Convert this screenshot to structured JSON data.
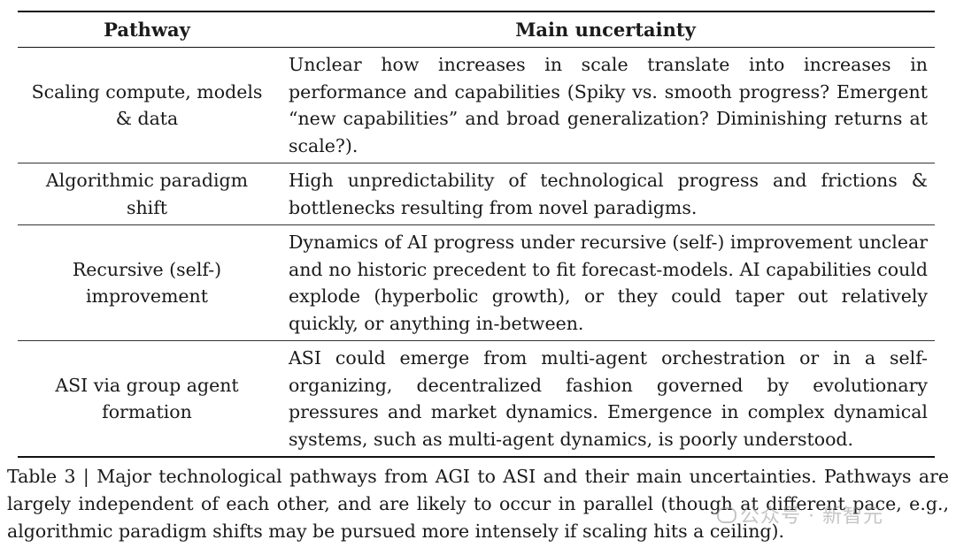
{
  "table": {
    "headers": [
      "Pathway",
      "Main uncertainty"
    ],
    "rows": [
      {
        "pathway": "Scaling compute, models & data",
        "uncertainty": "Unclear how increases in scale translate into increases in performance and capabilities (Spiky vs. smooth progress? Emergent “new capabilities” and broad generalization? Diminishing returns at scale?)."
      },
      {
        "pathway": "Algorithmic paradigm shift",
        "uncertainty": "High unpredictability of technological progress and frictions & bottlenecks resulting from novel paradigms."
      },
      {
        "pathway": "Recursive (self-) improvement",
        "uncertainty": "Dynamics of AI progress under recursive (self-) improvement unclear and no historic precedent to fit forecast-models. AI capabilities could explode (hyperbolic growth), or they could taper out relatively quickly, or anything in-between."
      },
      {
        "pathway": "ASI via group agent formation",
        "uncertainty": "ASI could emerge from multi-agent orchestration or in a self-organizing, decentralized fashion governed by evolutionary pressures and market dynamics. Emergence in complex dynamical systems, such as multi-agent dynamics, is poorly understood."
      }
    ]
  },
  "caption": "Table 3 | Major technological pathways from AGI to ASI and their main uncertainties. Pathways are largely independent of each other, and are likely to occur in parallel (though at different pace, e.g., algorithmic paradigm shifts may be pursued more intensely if scaling hits a ceiling).",
  "watermark": "公众号 · 新智元"
}
